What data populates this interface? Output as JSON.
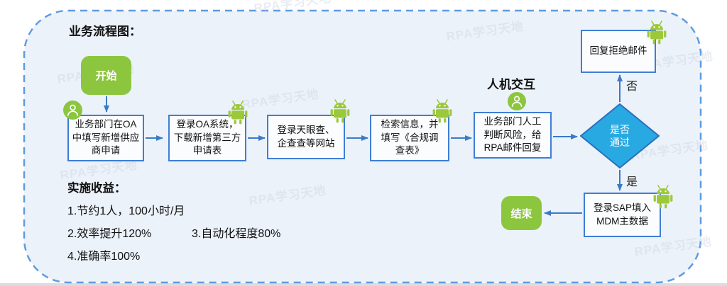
{
  "title": "业务流程图：",
  "watermark": {
    "text": "RPA学习天地"
  },
  "flow": {
    "start_label": "开始",
    "end_label": "结束",
    "steps": [
      {
        "lines": [
          "业务部门在OA",
          "中填写新增供应",
          "商申请"
        ]
      },
      {
        "lines": [
          "登录OA系统，",
          "下载新增第三方",
          "申请表"
        ]
      },
      {
        "lines": [
          "登录天眼查、",
          "企查查等网站"
        ]
      },
      {
        "lines": [
          "检索信息，并",
          "填写《合规调",
          "查表》"
        ]
      },
      {
        "lines": [
          "业务部门人工",
          "判断风险，给",
          "RPA邮件回复"
        ]
      }
    ],
    "human_machine_label": "人机交互",
    "decision": {
      "lines": [
        "是否",
        "通过"
      ]
    },
    "no_label": "否",
    "yes_label": "是",
    "reject_label": "回复拒绝邮件",
    "sap": {
      "lines": [
        "登录SAP填入",
        "MDM主数据"
      ]
    }
  },
  "benefits": {
    "title": "实施收益：",
    "line1": "1.节约1人，100小时/月",
    "line2a": "2.效率提升120%",
    "line2b": "3.自动化程度80%",
    "line3": "4.准确率100%"
  },
  "colors": {
    "panel_bg": "#ecf2fa",
    "panel_border": "#5f9ce0",
    "box_bg": "#fbfcfe",
    "box_border": "#3f7ed5",
    "arrow": "#3a7bc8",
    "green": "#8cc63f",
    "android_green": "#9cc93c",
    "diamond_fill": "#29a9e1",
    "diamond_border": "#2b6fc0",
    "watermark": "#ccd4e2"
  }
}
